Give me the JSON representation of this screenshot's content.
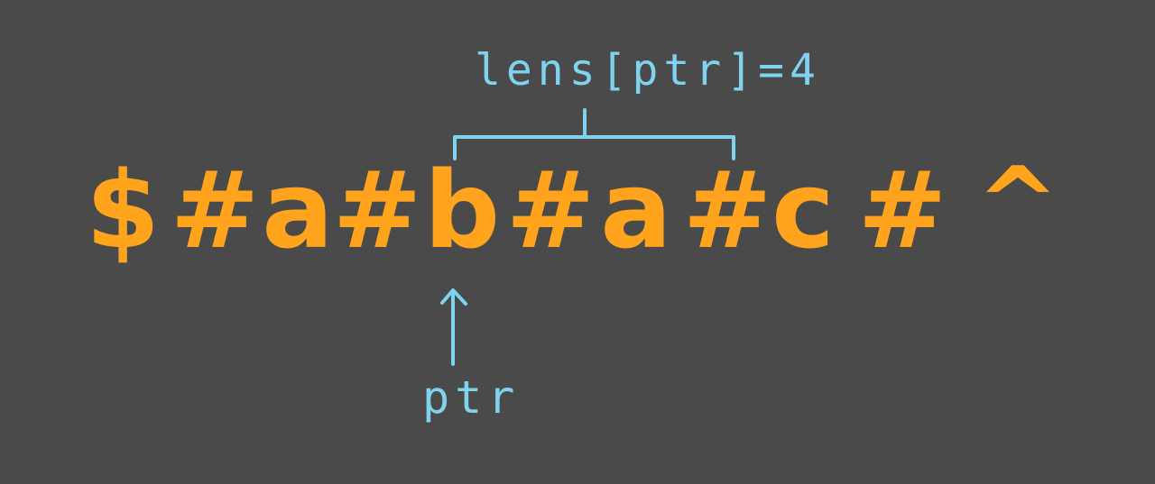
{
  "diagram": {
    "tokens": [
      "$",
      "#",
      "a",
      "#",
      "b",
      "#",
      "a",
      "#",
      "c",
      "#",
      "^"
    ],
    "bracket_label": "lens[ptr]=4",
    "pointer_label": "ptr",
    "colors": {
      "background": "#2f2f2f",
      "grid": "#4a4a4a",
      "tokens": "#ffa41c",
      "annotation": "#7fd3ee"
    }
  }
}
